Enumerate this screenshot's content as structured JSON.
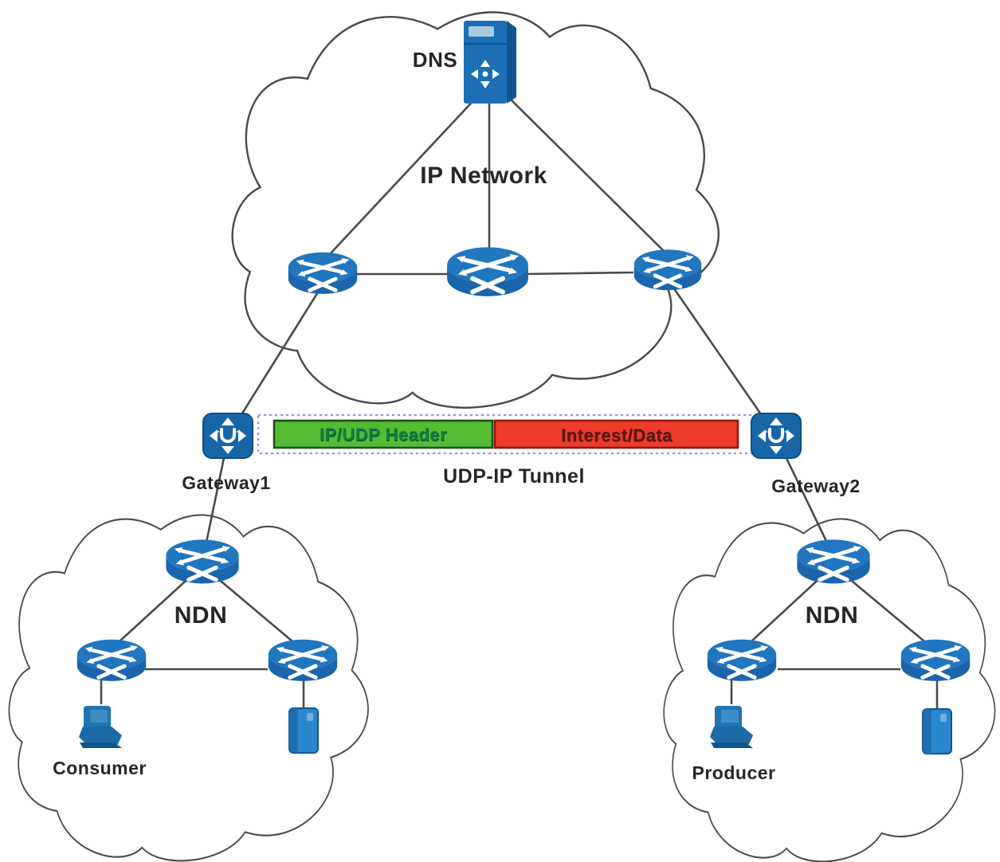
{
  "diagram": {
    "clouds": [
      {
        "id": "ip-network",
        "label": "IP Network",
        "nodes": [
          {
            "icon": "dns-server-icon",
            "label": "DNS"
          },
          {
            "icon": "router-icon"
          },
          {
            "icon": "router-icon"
          },
          {
            "icon": "router-icon"
          }
        ]
      },
      {
        "id": "ndn-left",
        "label": "NDN",
        "nodes": [
          {
            "icon": "router-icon"
          },
          {
            "icon": "router-icon"
          },
          {
            "icon": "router-icon"
          },
          {
            "icon": "workstation-icon",
            "label": "Consumer"
          },
          {
            "icon": "host-box-icon"
          }
        ]
      },
      {
        "id": "ndn-right",
        "label": "NDN",
        "nodes": [
          {
            "icon": "router-icon"
          },
          {
            "icon": "router-icon"
          },
          {
            "icon": "router-icon"
          },
          {
            "icon": "workstation-icon",
            "label": "Producer"
          },
          {
            "icon": "host-box-icon"
          }
        ]
      }
    ],
    "tunnel": {
      "label": "UDP-IP Tunnel",
      "gateway1": {
        "icon": "gateway-icon",
        "label": "Gateway1"
      },
      "gateway2": {
        "icon": "gateway-icon",
        "label": "Gateway2"
      },
      "segments": [
        {
          "label": "IP/UDP Header",
          "fill": "#55bb33"
        },
        {
          "label": "Interest/Data",
          "fill": "#ee3b2b"
        }
      ]
    }
  },
  "colors": {
    "node_blue": "#1d71b8",
    "node_blue_light": "#2b87cd",
    "cloud_stroke": "#4a4a4a",
    "link_stroke": "#4a4a4a",
    "header_bar_fill": "#55bb33",
    "header_bar_border": "#1e5214",
    "header_text": "#108038",
    "payload_bar_fill": "#ee3b2b",
    "payload_bar_border": "#8c1a10",
    "payload_text": "#5e1712",
    "tunnel_dashed_border": "#9b8fdb",
    "label_color": "#262626"
  },
  "icons": {
    "router-icon": "blue cylinder with crossed white arrows",
    "dns-server-icon": "blue tower server with white compass cross",
    "gateway-icon": "blue cube with outward white triangles and U",
    "workstation-icon": "blue desktop workstation",
    "host-box-icon": "blue vertical host box"
  }
}
